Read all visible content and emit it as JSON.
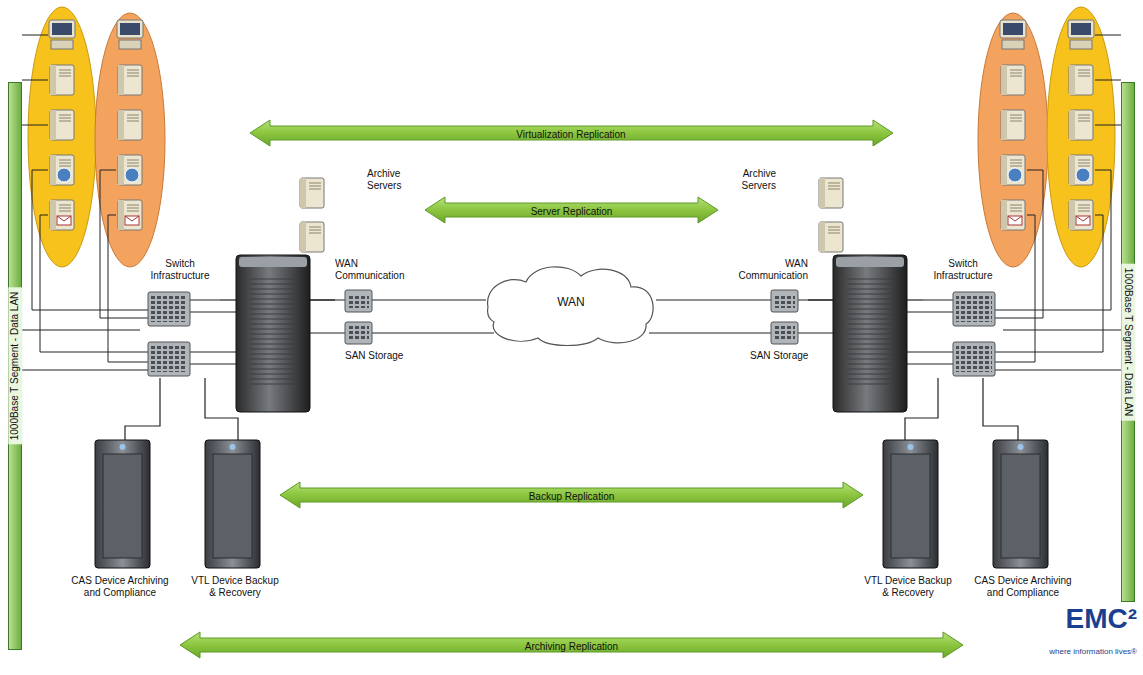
{
  "diagram": {
    "nodes": [
      {
        "text": [
          "Archive Servers"
        ]
      },
      {
        "text": [
          "Archive Servers"
        ]
      },
      {
        "text": [
          "Switch Infrastructure"
        ]
      },
      {
        "text": [
          "WAN Communication"
        ]
      },
      {
        "text": [
          "WAN"
        ]
      },
      {
        "text": [
          "WAN Communication"
        ]
      },
      {
        "text": [
          "Switch Infrastructure"
        ]
      },
      {
        "text": [
          "SAN Storage"
        ]
      },
      {
        "text": [
          "SAN Storage"
        ]
      },
      {
        "text": [
          "CAS Device Archiving and Compliance"
        ]
      },
      {
        "text": [
          "VTL Device Backup & Recovery"
        ]
      },
      {
        "text": [
          "VTL Device Backup & Recovery"
        ]
      },
      {
        "text": [
          "CAS Device Archiving and Compliance"
        ]
      },
      {
        "text": [
          "1000Base T Segment - Data LAN"
        ]
      },
      {
        "text": [
          "1000Base T Segment - Data LAN"
        ]
      }
    ],
    "edges": [
      {
        "from": 0,
        "to": 1,
        "arrow": "both",
        "label": "Server Replication"
      },
      {
        "from": 10,
        "to": 11,
        "arrow": "both",
        "label": "Backup Replication"
      },
      {
        "from": 9,
        "to": 12,
        "arrow": "both",
        "label": "Archiving Replication"
      },
      {
        "from": 13,
        "to": 2,
        "arrow": "none"
      },
      {
        "from": 2,
        "to": 7,
        "arrow": "none"
      },
      {
        "from": 7,
        "to": 3,
        "arrow": "none"
      },
      {
        "from": 3,
        "to": 4,
        "arrow": "none"
      },
      {
        "from": 4,
        "to": 5,
        "arrow": "none"
      },
      {
        "from": 5,
        "to": 8,
        "arrow": "none"
      },
      {
        "from": 8,
        "to": 6,
        "arrow": "none"
      },
      {
        "from": 6,
        "to": 14,
        "arrow": "none"
      },
      {
        "from": 2,
        "to": 10,
        "arrow": "none"
      },
      {
        "from": 2,
        "to": 9,
        "arrow": "none"
      },
      {
        "from": 6,
        "to": 11,
        "arrow": "none"
      },
      {
        "from": 6,
        "to": 12,
        "arrow": "none"
      }
    ],
    "labels": [
      "Virtualization Replication",
      "EMC²",
      "where information lives®"
    ]
  }
}
